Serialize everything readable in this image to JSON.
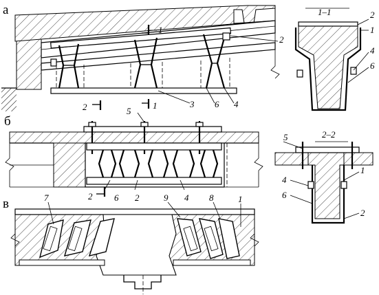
{
  "panels": {
    "a": "а",
    "b": "б",
    "v": "в"
  },
  "sections": {
    "s11": "1–1",
    "s22": "2–2"
  },
  "section_marks": {
    "one": "1",
    "two": "2"
  },
  "callouts": {
    "a_view": [
      "1",
      "2",
      "3",
      "4",
      "6"
    ],
    "a_section": [
      "1",
      "2",
      "4",
      "6"
    ],
    "b_view": [
      "5",
      "6",
      "2",
      "4"
    ],
    "b_section": [
      "5",
      "1",
      "4",
      "6",
      "2"
    ],
    "v_view": [
      "7",
      "9",
      "8",
      "1"
    ]
  }
}
